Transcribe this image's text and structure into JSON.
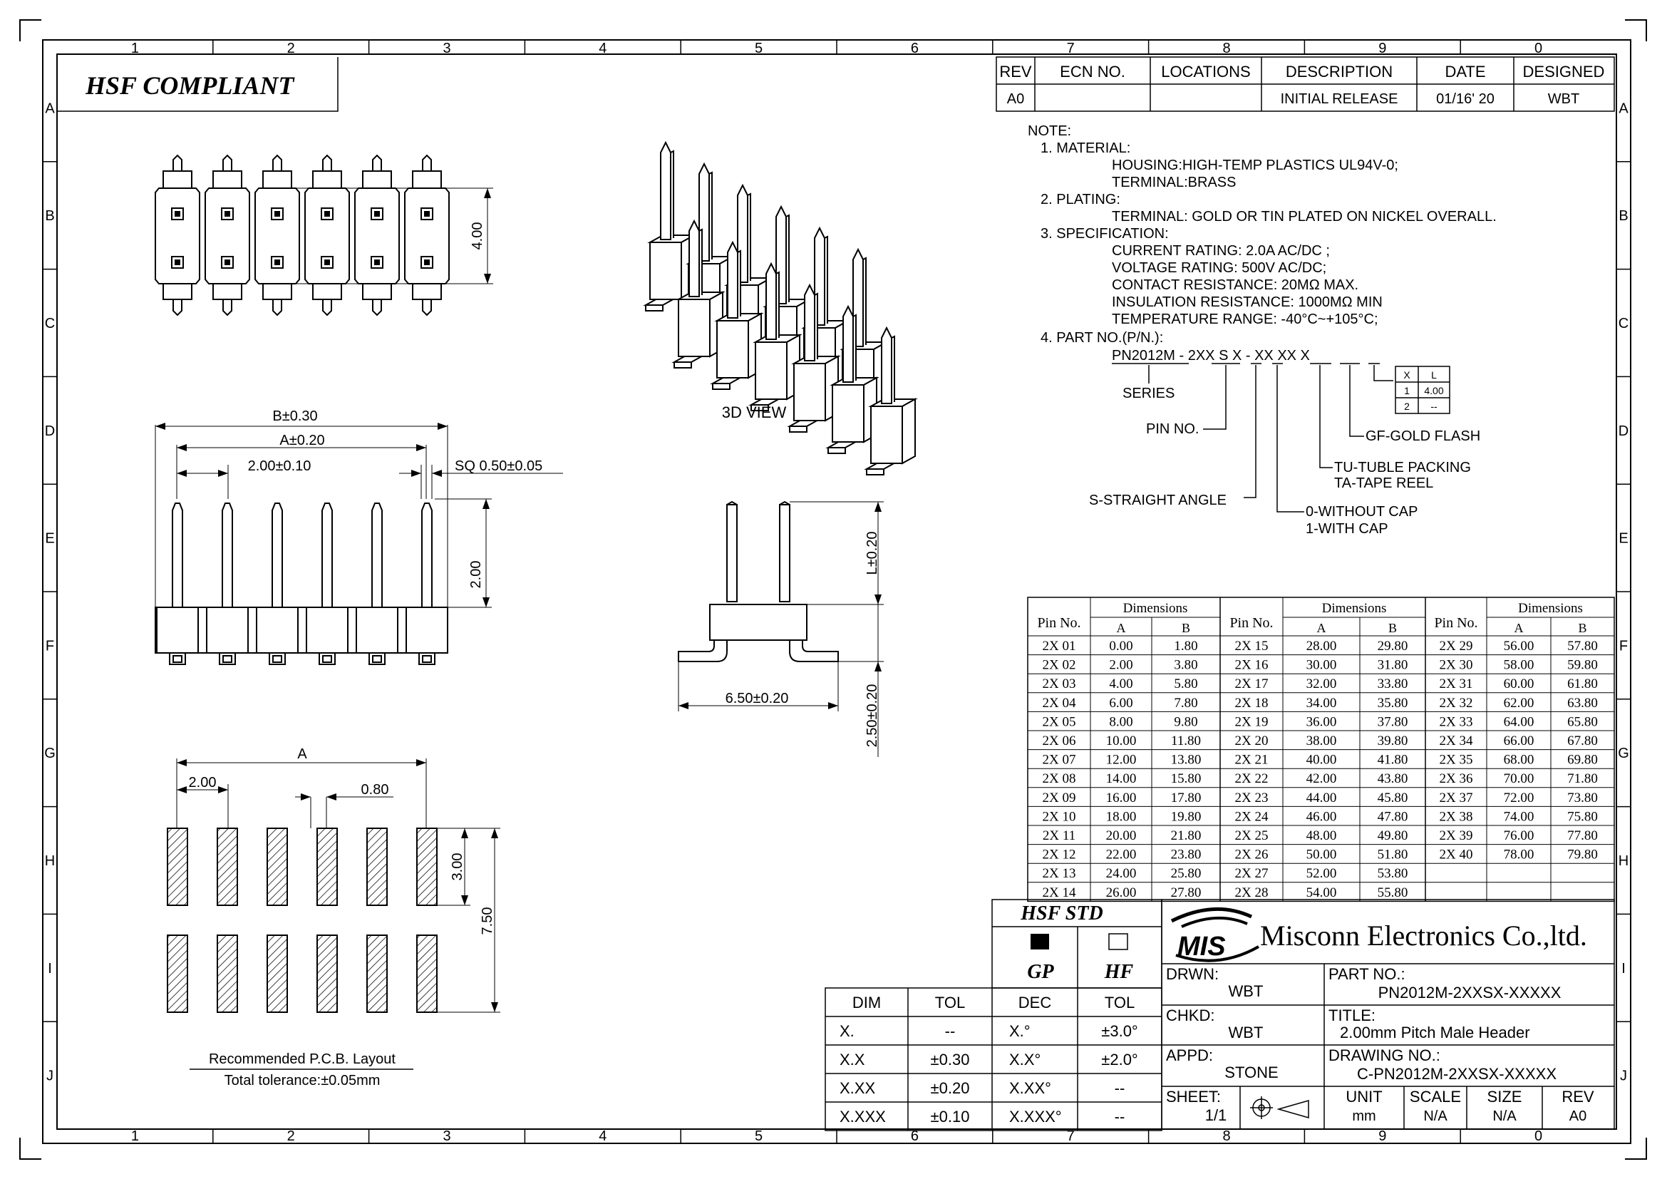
{
  "border": {
    "columns": [
      "1",
      "2",
      "3",
      "4",
      "5",
      "6",
      "7",
      "8",
      "9",
      "0"
    ],
    "rows": [
      "A",
      "B",
      "C",
      "D",
      "E",
      "F",
      "G",
      "H",
      "I",
      "J"
    ]
  },
  "compliance": "HSF COMPLIANT",
  "revision": {
    "headers": [
      "REV",
      "ECN NO.",
      "LOCATIONS",
      "DESCRIPTION",
      "DATE",
      "DESIGNED"
    ],
    "row": [
      "A0",
      "",
      "",
      "INITIAL RELEASE",
      "01/16' 20",
      "WBT"
    ]
  },
  "notes": {
    "heading": "NOTE:",
    "lines": [
      "1. MATERIAL:",
      "HOUSING:HIGH-TEMP PLASTICS UL94V-0;",
      "TERMINAL:BRASS",
      "2. PLATING:",
      "TERMINAL: GOLD OR TIN PLATED ON NICKEL OVERALL.",
      "3. SPECIFICATION:",
      "CURRENT RATING: 2.0A AC/DC ;",
      "VOLTAGE RATING:  500V AC/DC;",
      "CONTACT RESISTANCE: 20MΩ MAX.",
      "INSULATION RESISTANCE: 1000MΩ MIN",
      "TEMPERATURE RANGE: -40°C~+105°C;",
      "4. PART NO.(P/N.):"
    ]
  },
  "part_code": {
    "pn": "PN2012M - 2XX S X - XX XX X",
    "series": "SERIES",
    "pin_no": "PIN NO.",
    "straight": "S-STRAIGHT ANGLE",
    "cap0": "0-WITHOUT CAP",
    "cap1": "1-WITH CAP",
    "tu": "TU-TUBLE PACKING",
    "ta": "TA-TAPE REEL",
    "gf": "GF-GOLD FLASH",
    "mini_table": {
      "h1": "X",
      "h2": "L",
      "r1c1": "1",
      "r1c2": "4.00",
      "r2c1": "2",
      "r2c2": "--"
    }
  },
  "views": {
    "view_3d": "3D VIEW",
    "dim_b": "B±0.30",
    "dim_a": "A±0.20",
    "dim_pitch": "2.00±0.10",
    "dim_sq": "SQ 0.50±0.05",
    "dim_top_height": "4.00",
    "dim_pin_height": "2.00",
    "dim_l": "L±0.20",
    "dim_tail": "2.50±0.20",
    "dim_width": "6.50±0.20",
    "pcb_a": "A",
    "pcb_pitch": "2.00",
    "pcb_pad_w": "0.80",
    "pcb_pad_h": "3.00",
    "pcb_total_h": "7.50",
    "pcb_title": "Recommended P.C.B. Layout",
    "pcb_tol": "Total tolerance:±0.05mm"
  },
  "dim_table": {
    "header_pin": "Pin No.",
    "header_dims": "Dimensions",
    "header_a": "A",
    "header_b": "B",
    "groups": [
      [
        [
          "2X 01",
          "0.00",
          "1.80"
        ],
        [
          "2X 02",
          "2.00",
          "3.80"
        ],
        [
          "2X 03",
          "4.00",
          "5.80"
        ],
        [
          "2X 04",
          "6.00",
          "7.80"
        ],
        [
          "2X 05",
          "8.00",
          "9.80"
        ],
        [
          "2X 06",
          "10.00",
          "11.80"
        ],
        [
          "2X 07",
          "12.00",
          "13.80"
        ],
        [
          "2X 08",
          "14.00",
          "15.80"
        ],
        [
          "2X 09",
          "16.00",
          "17.80"
        ],
        [
          "2X 10",
          "18.00",
          "19.80"
        ],
        [
          "2X 11",
          "20.00",
          "21.80"
        ],
        [
          "2X 12",
          "22.00",
          "23.80"
        ],
        [
          "2X 13",
          "24.00",
          "25.80"
        ],
        [
          "2X 14",
          "26.00",
          "27.80"
        ]
      ],
      [
        [
          "2X 15",
          "28.00",
          "29.80"
        ],
        [
          "2X 16",
          "30.00",
          "31.80"
        ],
        [
          "2X 17",
          "32.00",
          "33.80"
        ],
        [
          "2X 18",
          "34.00",
          "35.80"
        ],
        [
          "2X 19",
          "36.00",
          "37.80"
        ],
        [
          "2X 20",
          "38.00",
          "39.80"
        ],
        [
          "2X 21",
          "40.00",
          "41.80"
        ],
        [
          "2X 22",
          "42.00",
          "43.80"
        ],
        [
          "2X 23",
          "44.00",
          "45.80"
        ],
        [
          "2X 24",
          "46.00",
          "47.80"
        ],
        [
          "2X 25",
          "48.00",
          "49.80"
        ],
        [
          "2X 26",
          "50.00",
          "51.80"
        ],
        [
          "2X 27",
          "52.00",
          "53.80"
        ],
        [
          "2X 28",
          "54.00",
          "55.80"
        ]
      ],
      [
        [
          "2X 29",
          "56.00",
          "57.80"
        ],
        [
          "2X 30",
          "58.00",
          "59.80"
        ],
        [
          "2X 31",
          "60.00",
          "61.80"
        ],
        [
          "2X 32",
          "62.00",
          "63.80"
        ],
        [
          "2X 33",
          "64.00",
          "65.80"
        ],
        [
          "2X 34",
          "66.00",
          "67.80"
        ],
        [
          "2X 35",
          "68.00",
          "69.80"
        ],
        [
          "2X 36",
          "70.00",
          "71.80"
        ],
        [
          "2X 37",
          "72.00",
          "73.80"
        ],
        [
          "2X 38",
          "74.00",
          "75.80"
        ],
        [
          "2X 39",
          "76.00",
          "77.80"
        ],
        [
          "2X 40",
          "78.00",
          "79.80"
        ],
        [
          "",
          "",
          " "
        ],
        [
          "",
          "",
          ""
        ]
      ]
    ]
  },
  "hsf": {
    "title": "HSF STD",
    "gp": "GP",
    "hf": "HF"
  },
  "tol_table": {
    "left_headers": [
      "DIM",
      "TOL"
    ],
    "left_rows": [
      [
        "X.",
        "--"
      ],
      [
        "X.X",
        "±0.30"
      ],
      [
        "X.XX",
        "±0.20"
      ],
      [
        "X.XXX",
        "±0.10"
      ]
    ],
    "right_headers": [
      "DEC",
      "TOL"
    ],
    "right_rows": [
      [
        "X.°",
        "±3.0°"
      ],
      [
        "X.X°",
        "±2.0°"
      ],
      [
        "X.XX°",
        "--"
      ],
      [
        "X.XXX°",
        "--"
      ]
    ]
  },
  "title_block": {
    "logo": "MIS",
    "company": "Misconn Electronics Co.,ltd.",
    "drwn_label": "DRWN:",
    "drwn": "WBT",
    "chkd_label": "CHKD:",
    "chkd": "WBT",
    "appd_label": "APPD:",
    "appd": "STONE",
    "sheet_label": "SHEET:",
    "sheet": "1/1",
    "part_no_label": "PART NO.:",
    "part_no": "PN2012M-2XXSX-XXXXX",
    "title_label": "TITLE:",
    "title": "2.00mm Pitch Male Header",
    "drawing_no_label": "DRAWING NO.:",
    "drawing_no": "C-PN2012M-2XXSX-XXXXX",
    "unit_label": "UNIT",
    "unit": "mm",
    "scale_label": "SCALE",
    "scale": "N/A",
    "size_label": "SIZE",
    "size": "N/A",
    "rev_label": "REV",
    "rev": "A0"
  }
}
